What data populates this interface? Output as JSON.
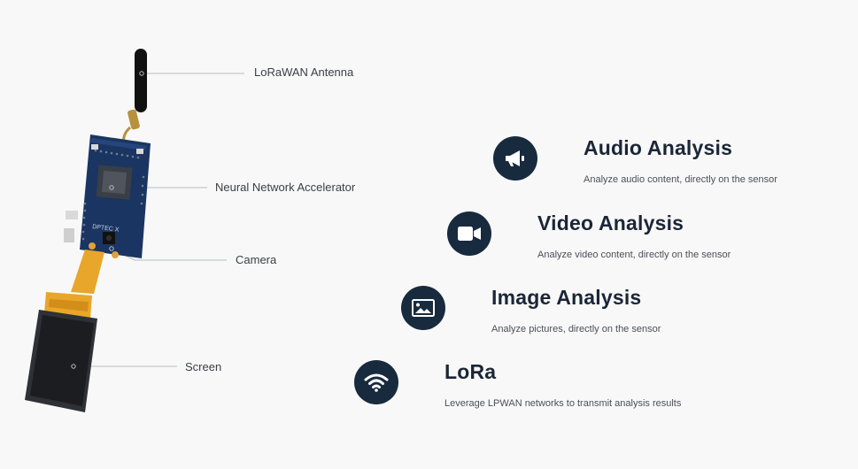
{
  "callouts": {
    "antenna": "LoRaWAN Antenna",
    "accelerator": "Neural Network Accelerator",
    "camera": "Camera",
    "screen": "Screen"
  },
  "device": {
    "board_logo": "DPTEC X"
  },
  "features": [
    {
      "icon": "megaphone-icon",
      "title": "Audio Analysis",
      "description": "Analyze audio content, directly on the sensor"
    },
    {
      "icon": "video-camera-icon",
      "title": "Video Analysis",
      "description": "Analyze video content, directly on the sensor"
    },
    {
      "icon": "image-icon",
      "title": "Image Analysis",
      "description": "Analyze pictures, directly on the sensor"
    },
    {
      "icon": "wifi-icon",
      "title": "LoRa",
      "description": "Leverage LPWAN networks to transmit analysis results"
    }
  ],
  "colors": {
    "badge": "#182a3e",
    "board": "#1b3562",
    "flex_cable": "#e8a62a",
    "screen": "#2a2a2a",
    "background": "#f8f8f8"
  }
}
